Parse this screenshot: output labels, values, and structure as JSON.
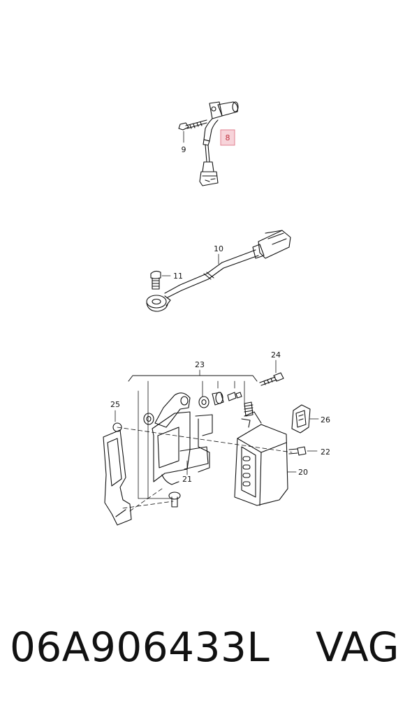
{
  "callouts": {
    "c8": "8",
    "c9": "9",
    "c10": "10",
    "c11": "11",
    "c20": "20",
    "c21": "21",
    "c22": "22",
    "c23": "23",
    "c24": "24",
    "c25": "25",
    "c26": "26"
  },
  "footer": {
    "part_number": "06A906433L",
    "brand": "VAG"
  },
  "colors": {
    "highlight_fill": "#f7d4da",
    "highlight_stroke": "#e08090",
    "highlight_text": "#c0303f"
  }
}
